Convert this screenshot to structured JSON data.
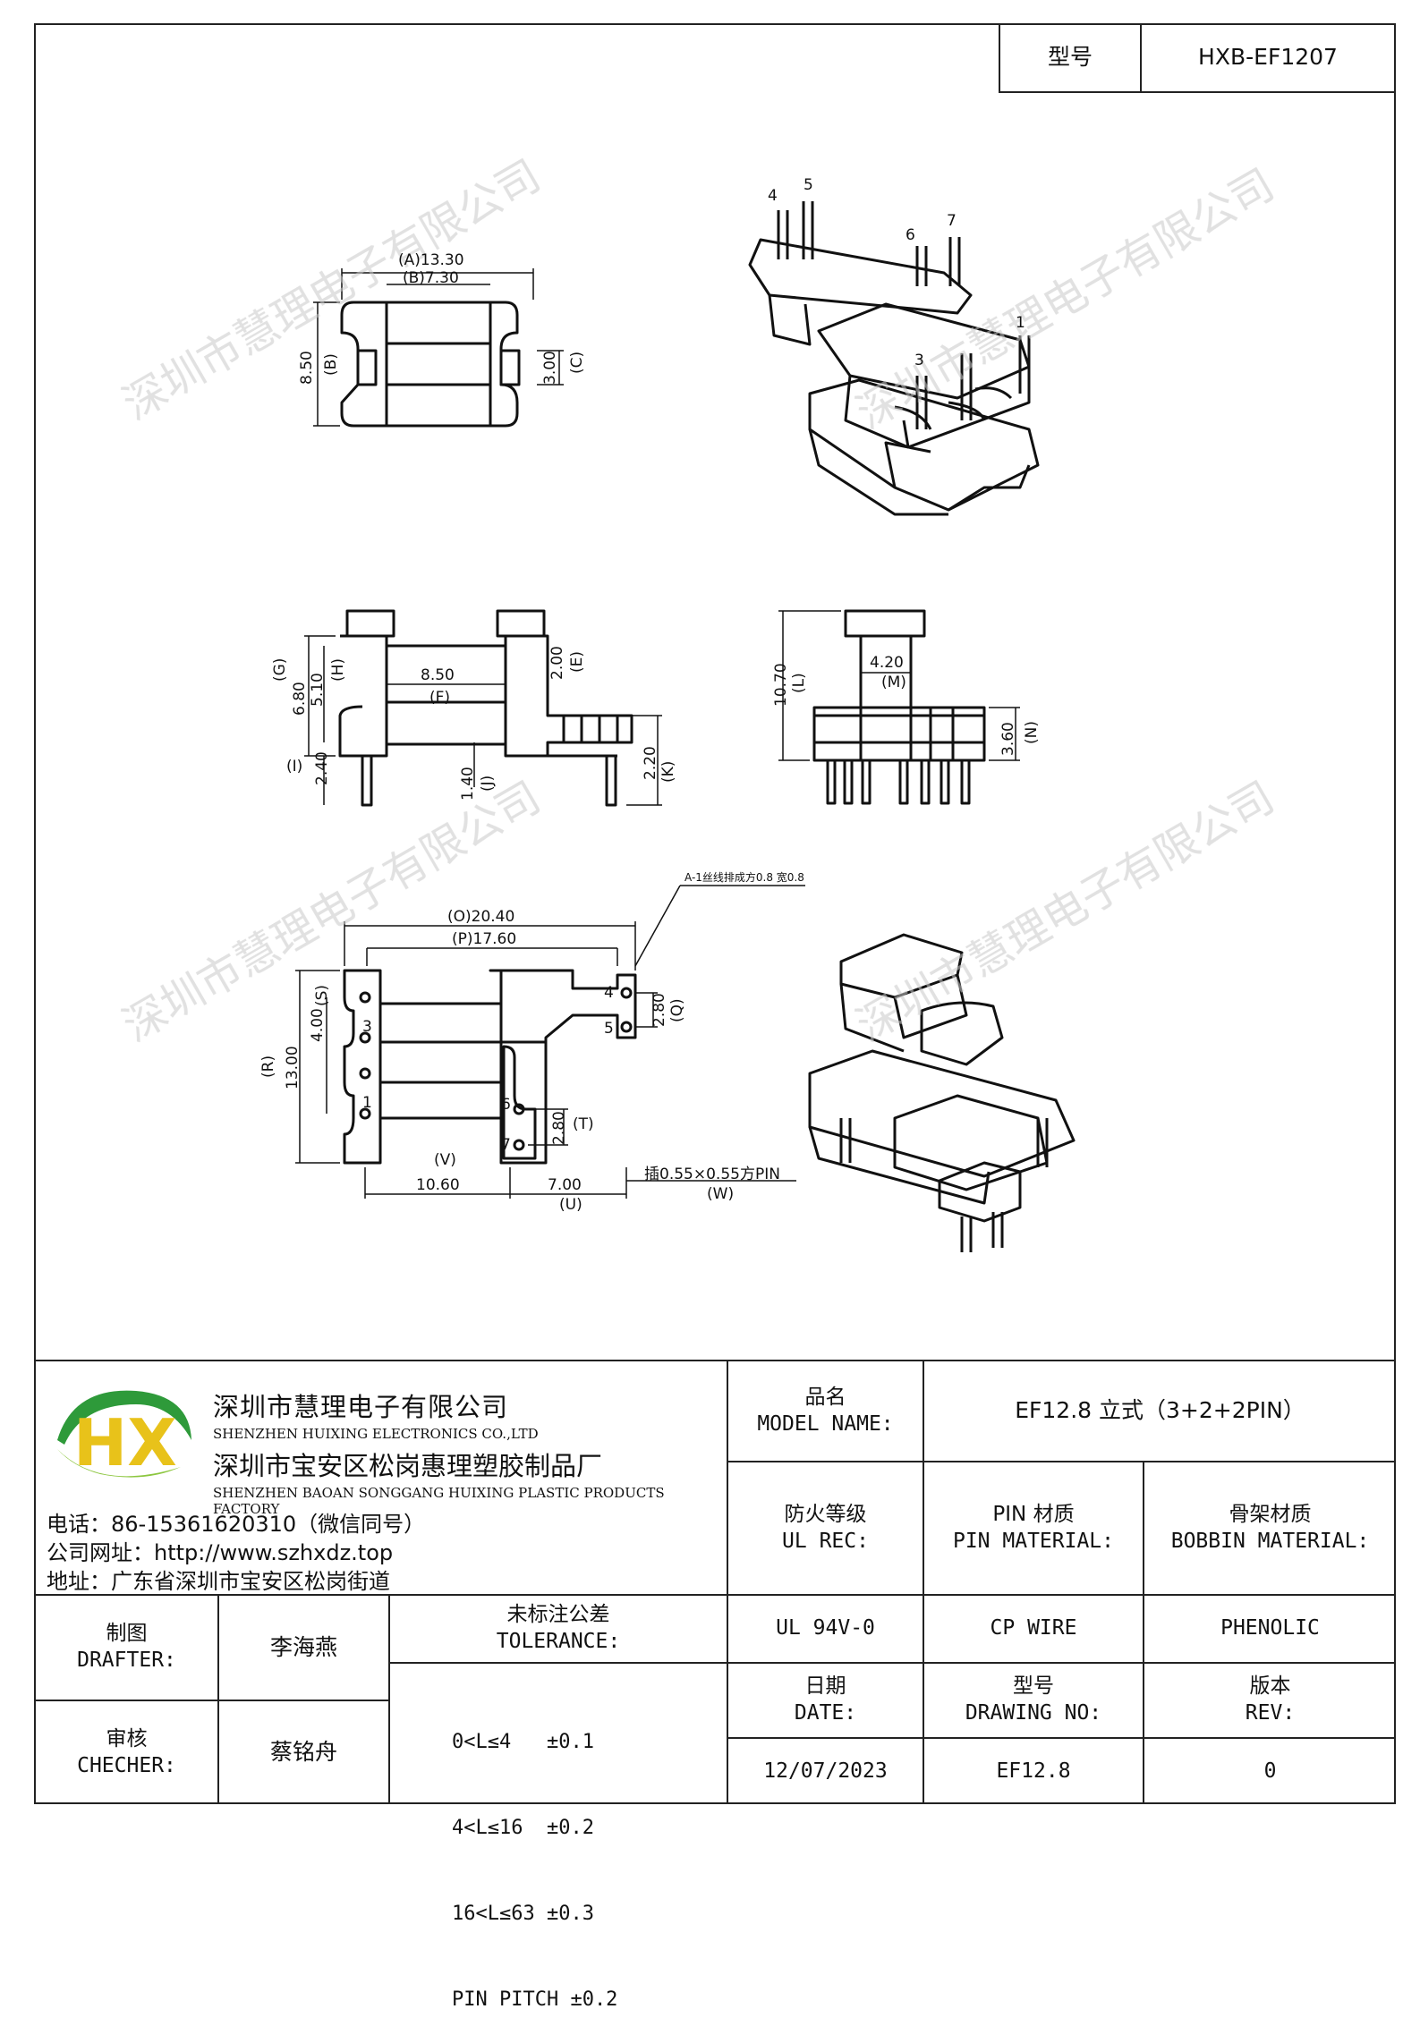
{
  "header": {
    "model_label": "型号",
    "model_value": "HXB-EF1207"
  },
  "drawings": {
    "top_view": {
      "dim_a": "(A)13.30",
      "dim_b": "(B)7.30",
      "dim_height": "8.50",
      "dim_height_tag": "(B)",
      "dim_c": "3.00",
      "dim_c_tag": "(C)"
    },
    "iso_top": {
      "pins": [
        "4",
        "5",
        "6",
        "7",
        "1",
        "3"
      ]
    },
    "front_view": {
      "g_tag": "(G)",
      "g_val": "6.80",
      "h_tag": "(H)",
      "h_val": "5.10",
      "f_val": "8.50",
      "f_tag": "(F)",
      "e_val": "2.00",
      "e_tag": "(E)",
      "i_tag": "(I)",
      "i_val": "2.40",
      "j_val": "1.40",
      "j_tag": "(J)",
      "k_val": "2.20",
      "k_tag": "(K)"
    },
    "side_view": {
      "l_val": "10.70",
      "l_tag": "(L)",
      "m_val": "4.20",
      "m_tag": "(M)",
      "n_val": "3.60",
      "n_tag": "(N)"
    },
    "bottom_view": {
      "o_val": "(O)20.40",
      "p_val": "(P)17.60",
      "note": "A-1丝线排成方0.8 宽0.8",
      "s_tag": "(S)",
      "s_val": "4.00",
      "r_tag": "(R)",
      "r_val": "13.00",
      "q_val": "2.80",
      "q_tag": "(Q)",
      "t_val": "2.80",
      "t_tag": "(T)",
      "v_tag": "(V)",
      "v_val": "10.60",
      "u_val": "7.00",
      "u_tag": "(U)",
      "w_val": "插0.55×0.55方PIN",
      "w_tag": "(W)",
      "pins": [
        "4",
        "5",
        "3",
        "1",
        "6",
        "7"
      ]
    }
  },
  "watermark": "深圳市慧理电子有限公司",
  "company": {
    "name_cn": "深圳市慧理电子有限公司",
    "name_en": "SHENZHEN HUIXING ELECTRONICS CO.,LTD",
    "factory_cn": "深圳市宝安区松岗惠理塑胶制品厂",
    "factory_en": "SHENZHEN BAOAN SONGGANG HUIXING PLASTIC PRODUCTS FACTORY",
    "phone": "电话：86-15361620310（微信同号）",
    "website": "公司网址：http://www.szhxdz.top",
    "address": "地址：广东省深圳市宝安区松岗街道",
    "logo_text": "HX",
    "logo_colors": {
      "green": "#2e9a3a",
      "yellow": "#e8c21a",
      "light_green": "#8cc63f"
    }
  },
  "title_block": {
    "model_name_cn": "品名",
    "model_name_en": "MODEL NAME:",
    "model_name_value": "EF12.8 立式（3+2+2PIN）",
    "ul_rec_cn": "防火等级",
    "ul_rec_en": "UL REC:",
    "pin_material_cn": "PIN 材质",
    "pin_material_en": "PIN MATERIAL:",
    "bobbin_material_cn": "骨架材质",
    "bobbin_material_en": "BOBBIN MATERIAL:",
    "ul_value": "UL 94V-0",
    "pin_value": "CP WIRE",
    "bobbin_value": "PHENOLIC",
    "drafter_cn": "制图",
    "drafter_en": "DRAFTER:",
    "drafter_name": "李海燕",
    "checker_cn": "审核",
    "checker_en": "CHECHER:",
    "checker_name": "蔡铭舟",
    "tolerance_cn": "未标注公差",
    "tolerance_en": "TOLERANCE:",
    "tolerance_lines": [
      "0<L≤4   ±0.1",
      "4<L≤16  ±0.2",
      "16<L≤63 ±0.3",
      "PIN PITCH ±0.2"
    ],
    "date_cn": "日期",
    "date_en": "DATE:",
    "drawing_no_cn": "型号",
    "drawing_no_en": "DRAWING NO:",
    "rev_cn": "版本",
    "rev_en": "REV:",
    "date_value": "12/07/2023",
    "drawing_no_value": "EF12.8",
    "rev_value": "0"
  }
}
